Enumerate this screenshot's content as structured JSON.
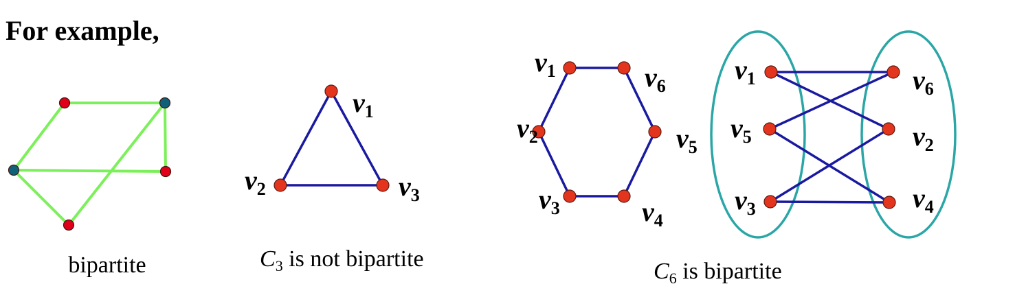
{
  "heading": "For example,",
  "colors": {
    "green_edge": "#7CF05A",
    "blue_edge": "#1A1AA0",
    "red_vertex": "#E3341E",
    "red_vertex_dark": "#E0001A",
    "teal_vertex": "#11607A",
    "teal_ellipse": "#2BA6A6",
    "vertex_outline": "#5A1A10"
  },
  "graph1": {
    "caption": "bipartite"
  },
  "graph2": {
    "caption_symbol": "C",
    "caption_subscript": "3",
    "caption_rest": " is not bipartite",
    "labels": [
      {
        "letter": "v",
        "sub": "1"
      },
      {
        "letter": "v",
        "sub": "2"
      },
      {
        "letter": "v",
        "sub": "3"
      }
    ]
  },
  "graph3": {
    "labels": [
      {
        "letter": "v",
        "sub": "1"
      },
      {
        "letter": "v",
        "sub": "6"
      },
      {
        "letter": "v",
        "sub": "2"
      },
      {
        "letter": "v",
        "sub": "5"
      },
      {
        "letter": "v",
        "sub": "3"
      },
      {
        "letter": "v",
        "sub": "4"
      }
    ]
  },
  "graph4": {
    "caption_symbol": "C",
    "caption_subscript": "6",
    "caption_rest": " is bipartite",
    "labels": [
      {
        "letter": "v",
        "sub": "1"
      },
      {
        "letter": "v",
        "sub": "5"
      },
      {
        "letter": "v",
        "sub": "3"
      },
      {
        "letter": "v",
        "sub": "6"
      },
      {
        "letter": "v",
        "sub": "2"
      },
      {
        "letter": "v",
        "sub": "4"
      }
    ]
  }
}
